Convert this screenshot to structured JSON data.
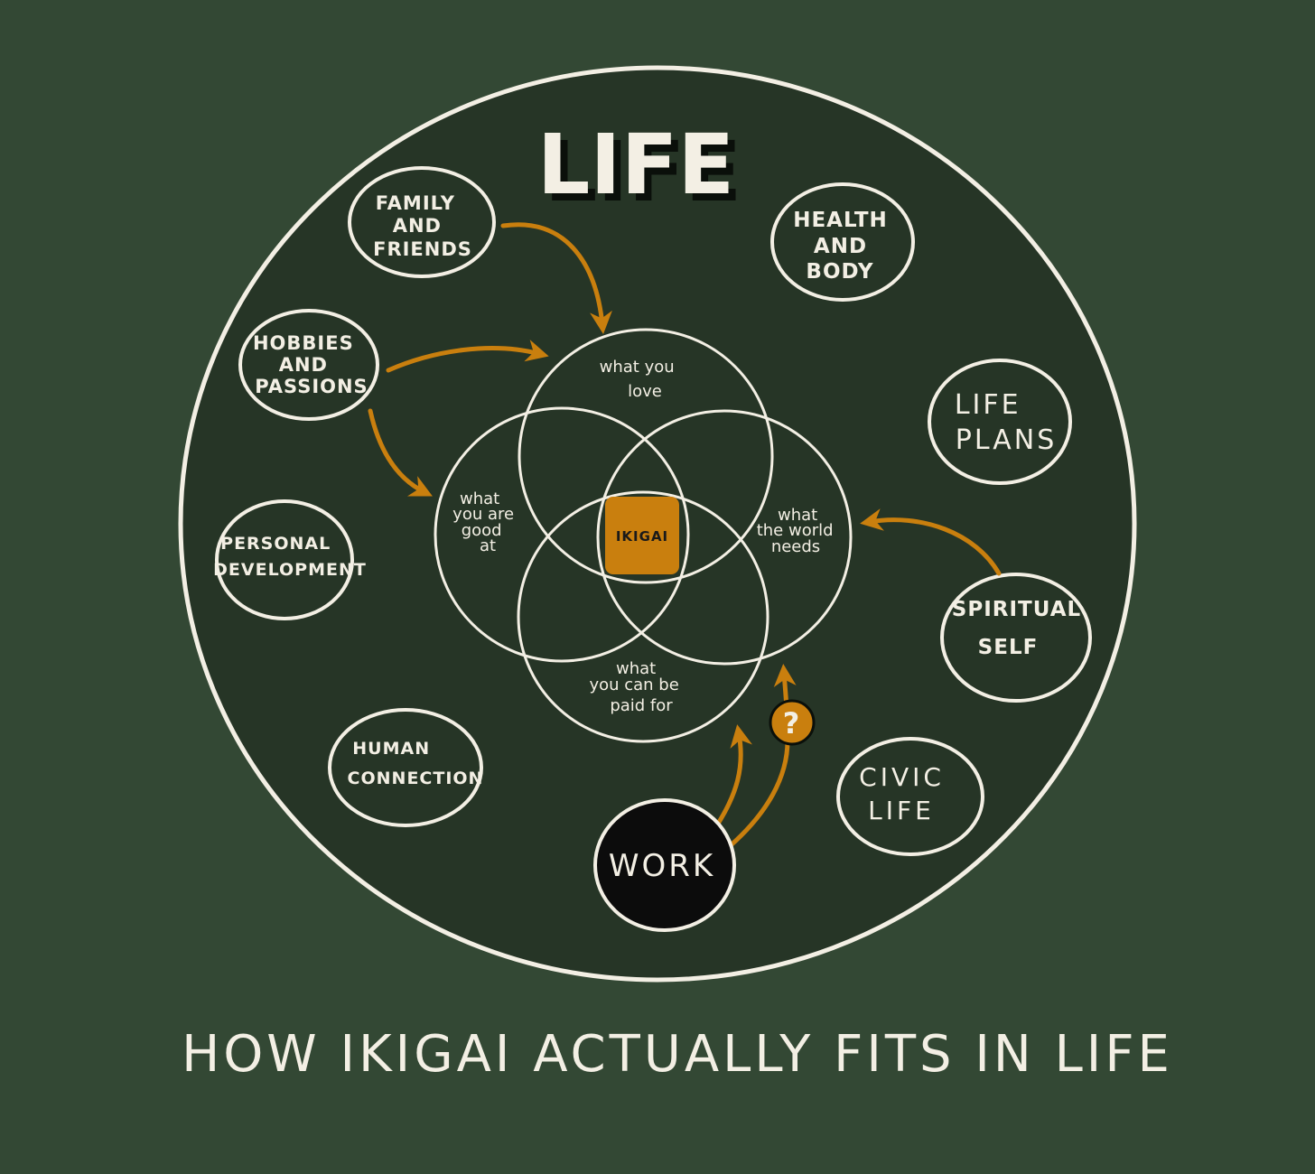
{
  "title": "LIFE",
  "caption": "HOW IKIGAI ACTUALLY FITS IN LIFE",
  "colors": {
    "background": "#334834",
    "inner_circle": "#263526",
    "chalk": "#f3efe4",
    "accent": "#c97f0e",
    "work_fill": "#0c0c0c"
  },
  "bubbles": {
    "family": {
      "lines": [
        "FAMILY",
        "AND",
        "FRIENDS"
      ]
    },
    "hobbies": {
      "lines": [
        "HOBBIES",
        "AND",
        "PASSIONS"
      ]
    },
    "personal": {
      "lines": [
        "PERSONAL",
        "DEVELOPMENT"
      ]
    },
    "human": {
      "lines": [
        "HUMAN",
        "CONNECTION"
      ]
    },
    "health": {
      "lines": [
        "HEALTH",
        "AND",
        "BODY"
      ]
    },
    "plans": {
      "lines": [
        "LIFE",
        "PLANS"
      ]
    },
    "spiritual": {
      "lines": [
        "SPIRITUAL",
        "SELF"
      ]
    },
    "civic": {
      "lines": [
        "CIVIC",
        "LIFE"
      ]
    }
  },
  "venn": {
    "love": {
      "lines": [
        "what you",
        "love"
      ]
    },
    "good": {
      "lines": [
        "what",
        "you are",
        "good",
        "at"
      ]
    },
    "world": {
      "lines": [
        "what",
        "the world",
        "needs"
      ]
    },
    "paid": {
      "lines": [
        "what",
        "you can be",
        "paid for"
      ]
    },
    "center": "IKIGAI"
  },
  "work": "WORK",
  "question_mark": "?"
}
